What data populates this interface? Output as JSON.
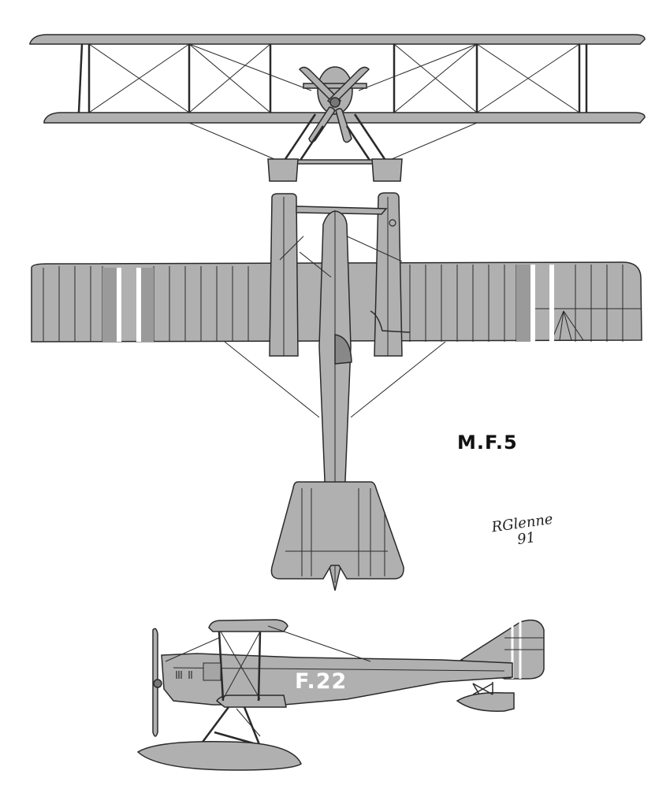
{
  "drawing": {
    "title": "M.F.5",
    "signature": {
      "name": "RGlenne",
      "year": "91"
    },
    "fuselage_marking": "F.22",
    "views": [
      "front-view",
      "plan-view",
      "side-view"
    ]
  },
  "colors": {
    "fill": "#b0b0b0",
    "fill_dark": "#9a9a9a",
    "outline": "#2a2a2a",
    "background": "#ffffff",
    "marking": "#ffffff"
  }
}
